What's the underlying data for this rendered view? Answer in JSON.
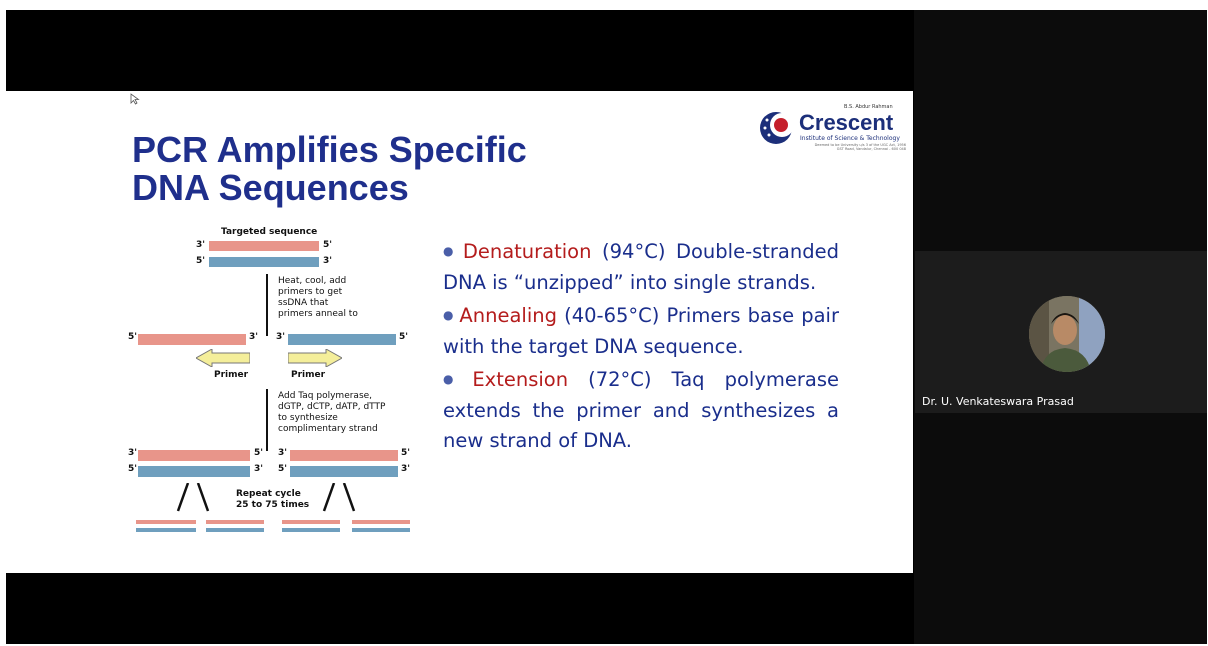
{
  "meeting": {
    "participant_name": "Dr. U. Venkateswara Prasad"
  },
  "slide": {
    "title_line1": "PCR Amplifies Specific",
    "title_line2": "DNA Sequences",
    "logo": {
      "top_text": "B.S. Abdur Rahman",
      "name": "Crescent",
      "sub_text": "Institute of Science & Technology",
      "tiny_text": "Deemed to be University u/s 3 of the UGC Act, 1956 GST Road, Vandalur, Chennai - 600 048"
    },
    "bullets": [
      {
        "term": "Denaturation",
        "text": " (94°C) Double-stranded DNA is “unzipped” into single strands."
      },
      {
        "term": "Annealing",
        "text": " (40-65°C) Primers base pair with the target DNA sequence."
      },
      {
        "term": "Extension",
        "text": " (72°C) Taq polymerase extends the primer and synthesizes a new strand of DNA."
      }
    ],
    "diagram": {
      "targeted_sequence": "Targeted sequence",
      "step1": [
        "Heat, cool, add",
        "primers to get",
        "ssDNA that",
        "primers anneal to"
      ],
      "primer_left": "Primer",
      "primer_right": "Primer",
      "step2": [
        "Add Taq polymerase,",
        "dGTP, dCTP, dATP, dTTP",
        "to synthesize",
        "complimentary strand"
      ],
      "step3": [
        "Repeat cycle",
        "25 to 75 times"
      ],
      "end3": "3'",
      "end5": "5'"
    },
    "colors": {
      "title": "#1f2f8c",
      "term": "#b41c1c",
      "strand_pink": "#e8958a",
      "strand_blue": "#6f9fbe",
      "primer_arrow": "#f4ee9a"
    }
  }
}
